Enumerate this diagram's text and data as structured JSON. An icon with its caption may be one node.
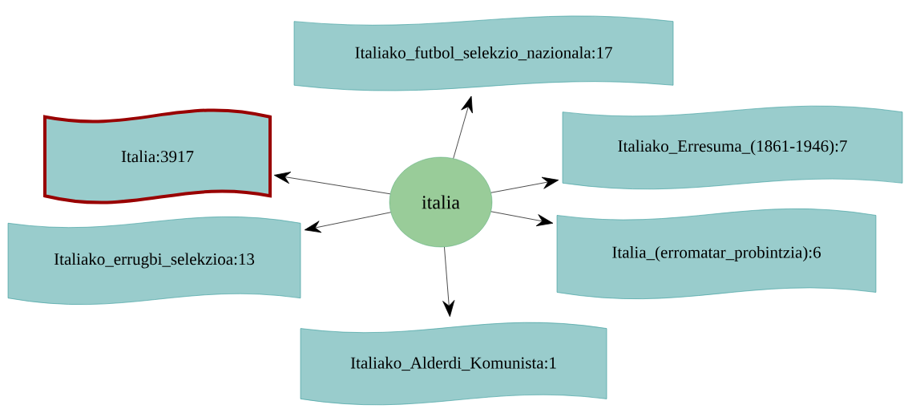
{
  "diagram": {
    "nodes": [
      {
        "text": [
          "italia"
        ]
      },
      {
        "text": [
          "Italiako_futbol_selekzio_nazionala:17"
        ]
      },
      {
        "text": [
          "Italia:3917"
        ]
      },
      {
        "text": [
          "Italiako_Erresuma_(1861-1946):7"
        ]
      },
      {
        "text": [
          "Italiako_errugbi_selekzioa:13"
        ]
      },
      {
        "text": [
          "Italia_(erromatar_probintzia):6"
        ]
      },
      {
        "text": [
          "Italiako_Alderdi_Komunista:1"
        ]
      }
    ],
    "edges": [
      {
        "from": 0,
        "to": 1,
        "arrow": "to"
      },
      {
        "from": 0,
        "to": 2,
        "arrow": "to"
      },
      {
        "from": 0,
        "to": 3,
        "arrow": "to"
      },
      {
        "from": 0,
        "to": 4,
        "arrow": "to"
      },
      {
        "from": 0,
        "to": 5,
        "arrow": "to"
      },
      {
        "from": 0,
        "to": 6,
        "arrow": "to"
      }
    ]
  }
}
